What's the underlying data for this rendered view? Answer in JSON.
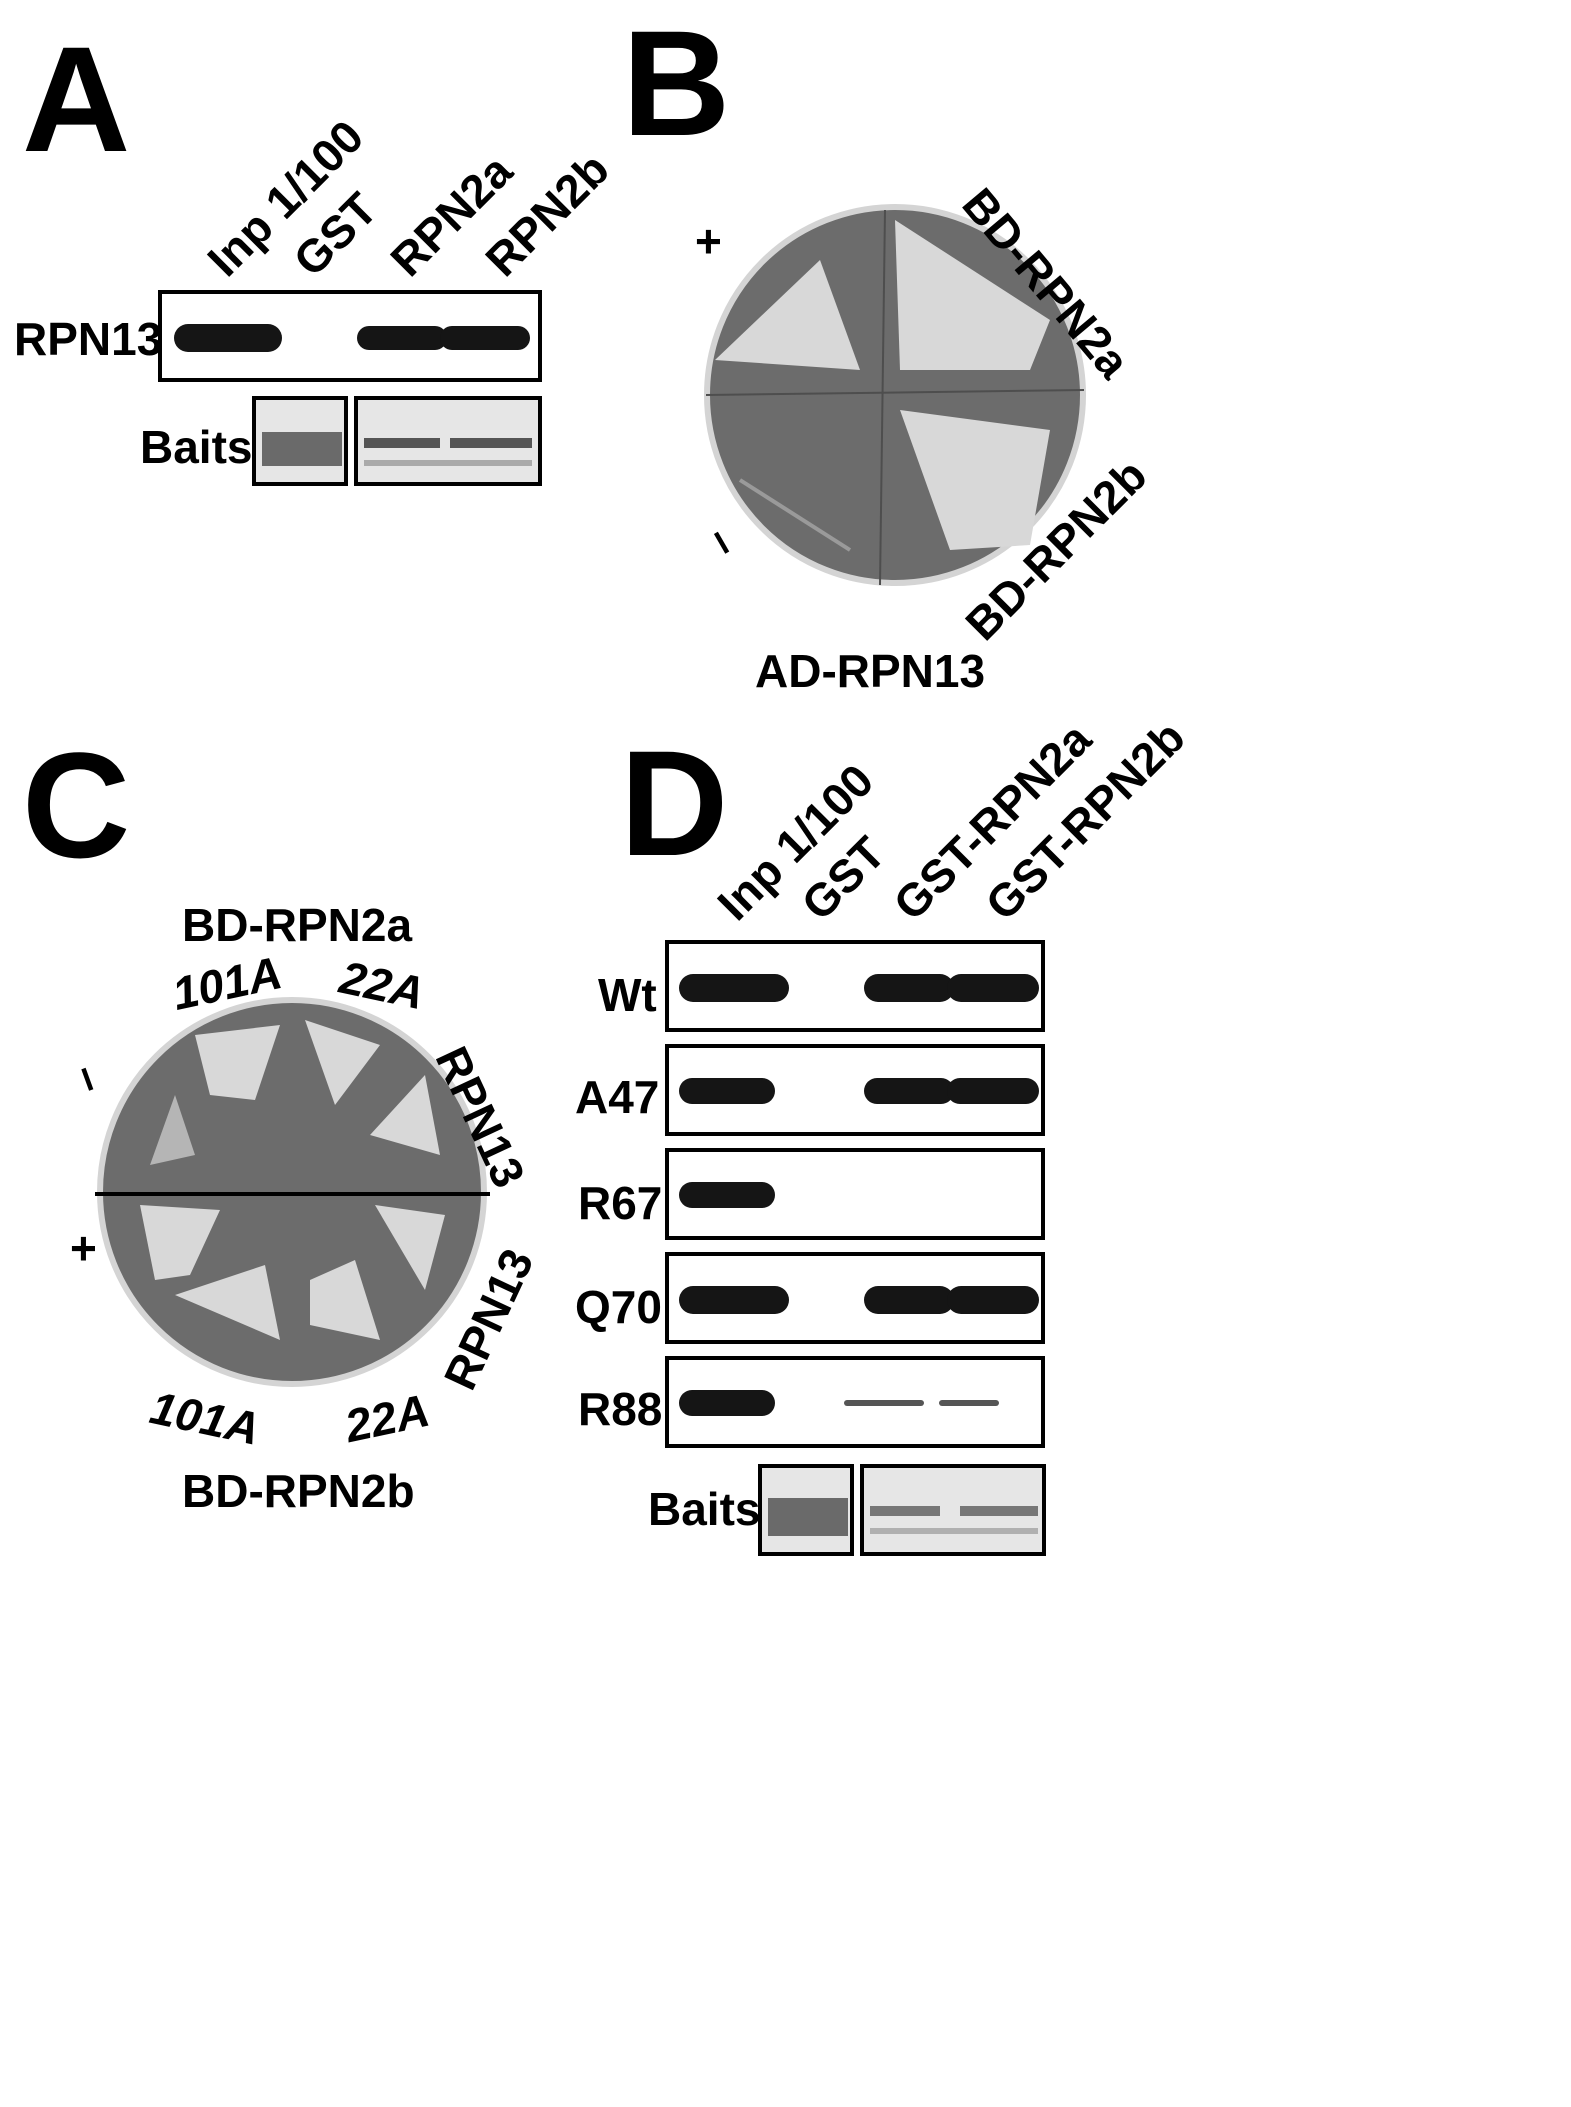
{
  "panels": {
    "A": {
      "letter": "A",
      "lanes": [
        "Inp 1/100",
        "GST",
        "RPN2a",
        "RPN2b"
      ],
      "blot_label": "RPN13",
      "baits_label": "Baits"
    },
    "B": {
      "letter": "B",
      "plus": "+",
      "minus": "–",
      "label_top_right": "BD-RPN2a",
      "label_bottom_right": "BD-RPN2b",
      "label_bottom": "AD-RPN13"
    },
    "C": {
      "letter": "C",
      "label_top": "BD-RPN2a",
      "label_bottom": "BD-RPN2b",
      "top_left_mut": "101A",
      "top_right_mut": "22A",
      "bottom_left_mut": "101A",
      "bottom_right_mut": "22A",
      "right_top": "RPN13",
      "right_bottom": "RPN13",
      "minus": "–",
      "plus": "+"
    },
    "D": {
      "letter": "D",
      "lanes": [
        "Inp 1/100",
        "GST",
        "GST-RPN2a",
        "GST-RPN2b"
      ],
      "rows": [
        "Wt",
        "A47",
        "R67",
        "Q70",
        "R88"
      ],
      "baits_label": "Baits"
    }
  },
  "colors": {
    "plate_bg": "#6a6a6a",
    "colony": "#e8e8e8",
    "band": "#151515"
  }
}
